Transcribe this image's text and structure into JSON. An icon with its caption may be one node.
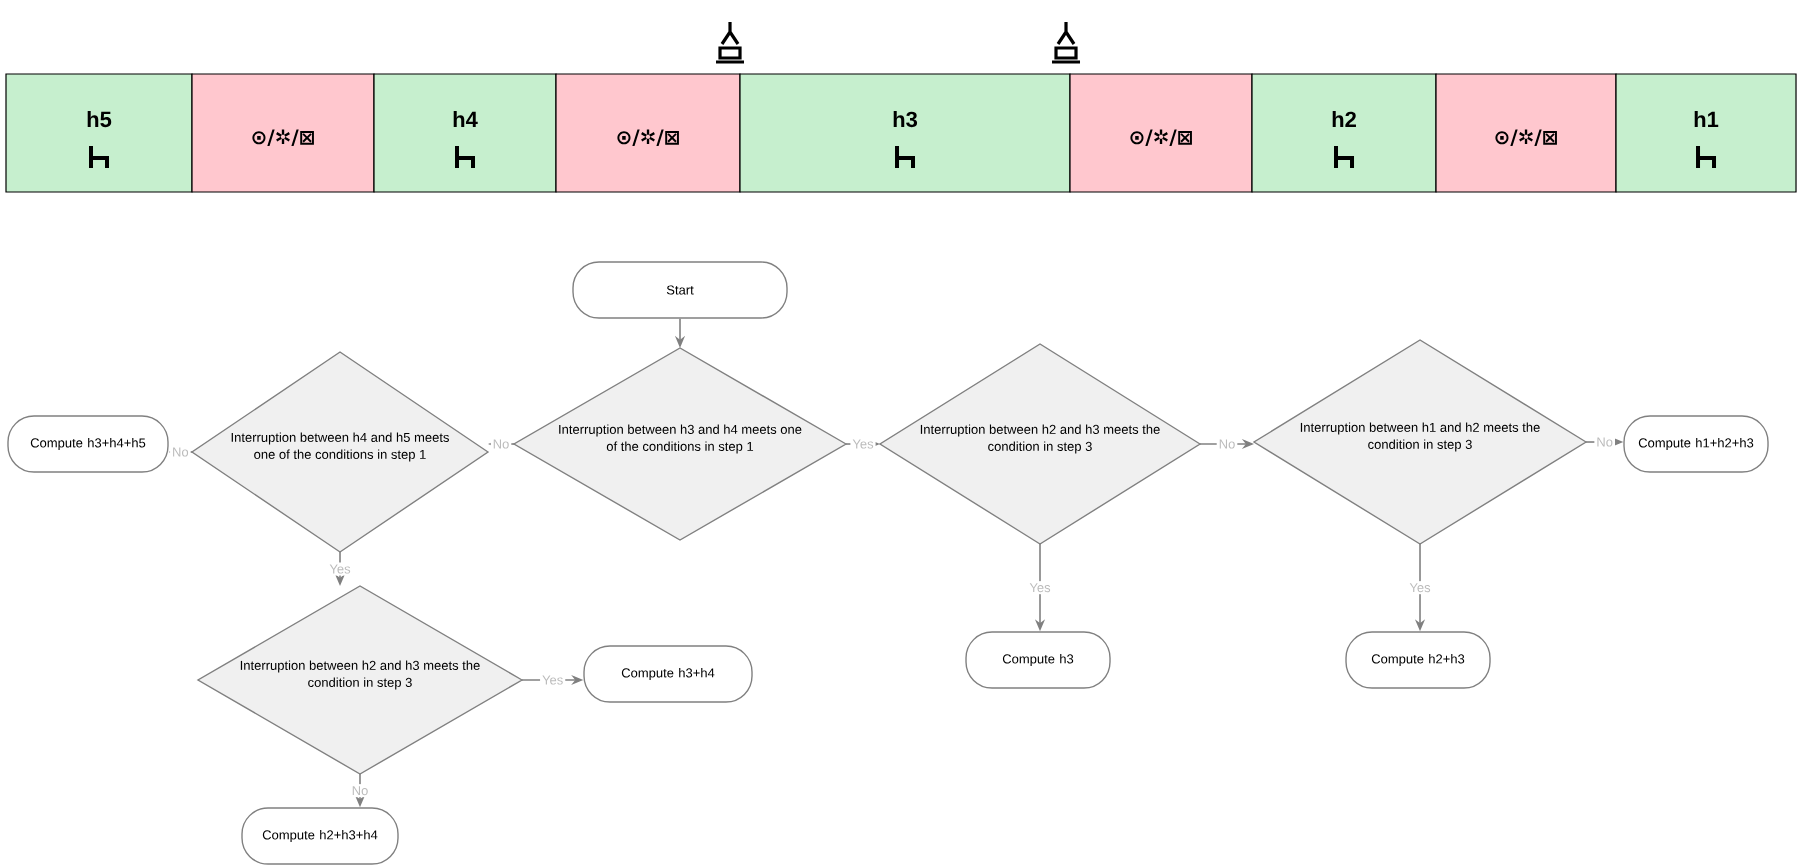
{
  "diagram": {
    "nodes": [
      {
        "text": [
          "h5"
        ]
      },
      {
        "text": [
          "⊙/✲/⊠"
        ]
      },
      {
        "text": [
          "h4"
        ]
      },
      {
        "text": [
          "⊙/✲/⊠"
        ]
      },
      {
        "text": [
          "h3"
        ]
      },
      {
        "text": [
          "⊙/✲/⊠"
        ]
      },
      {
        "text": [
          "h2"
        ]
      },
      {
        "text": [
          "⊙/✲/⊠"
        ]
      },
      {
        "text": [
          "h1"
        ]
      },
      {
        "text": [
          "Start"
        ]
      },
      {
        "text": [
          "Interruption between h3 and h4 meets one of the conditions in step 1"
        ]
      },
      {
        "text": [
          "Interruption between  h4 and h5 meets one of the conditions in step 1"
        ]
      },
      {
        "text": [
          "Compute h3+h4+h5"
        ]
      },
      {
        "text": [
          "Interruption between h2 and h3 meets the condition in step 3"
        ]
      },
      {
        "text": [
          "Compute h3+h4"
        ]
      },
      {
        "text": [
          "Compute  h2+h3+h4"
        ]
      },
      {
        "text": [
          "Interruption between h2 and h3 meets the condition in step 3"
        ]
      },
      {
        "text": [
          "Compute h3"
        ]
      },
      {
        "text": [
          "Interruption between h1 and h2 meets the condition in step 3"
        ]
      },
      {
        "text": [
          "Compute h2+h3"
        ]
      },
      {
        "text": [
          "Compute  h1+h2+h3"
        ]
      }
    ],
    "edges": [
      {
        "from": 9,
        "to": 10,
        "arrow": "to"
      },
      {
        "from": 10,
        "to": 11,
        "arrow": "to",
        "label": "No"
      },
      {
        "from": 11,
        "to": 12,
        "arrow": "to",
        "label": "No"
      },
      {
        "from": 11,
        "to": 13,
        "arrow": "to",
        "label": "Yes"
      },
      {
        "from": 13,
        "to": 14,
        "arrow": "to",
        "label": "Yes"
      },
      {
        "from": 13,
        "to": 15,
        "arrow": "to",
        "label": "No"
      },
      {
        "from": 10,
        "to": 16,
        "arrow": "to",
        "label": "Yes"
      },
      {
        "from": 16,
        "to": 18,
        "arrow": "to",
        "label": "No"
      },
      {
        "from": 16,
        "to": 17,
        "arrow": "to",
        "label": "Yes"
      },
      {
        "from": 18,
        "to": 19,
        "arrow": "to",
        "label": "Yes"
      },
      {
        "from": 18,
        "to": 20,
        "arrow": "to",
        "label": "No"
      }
    ]
  }
}
